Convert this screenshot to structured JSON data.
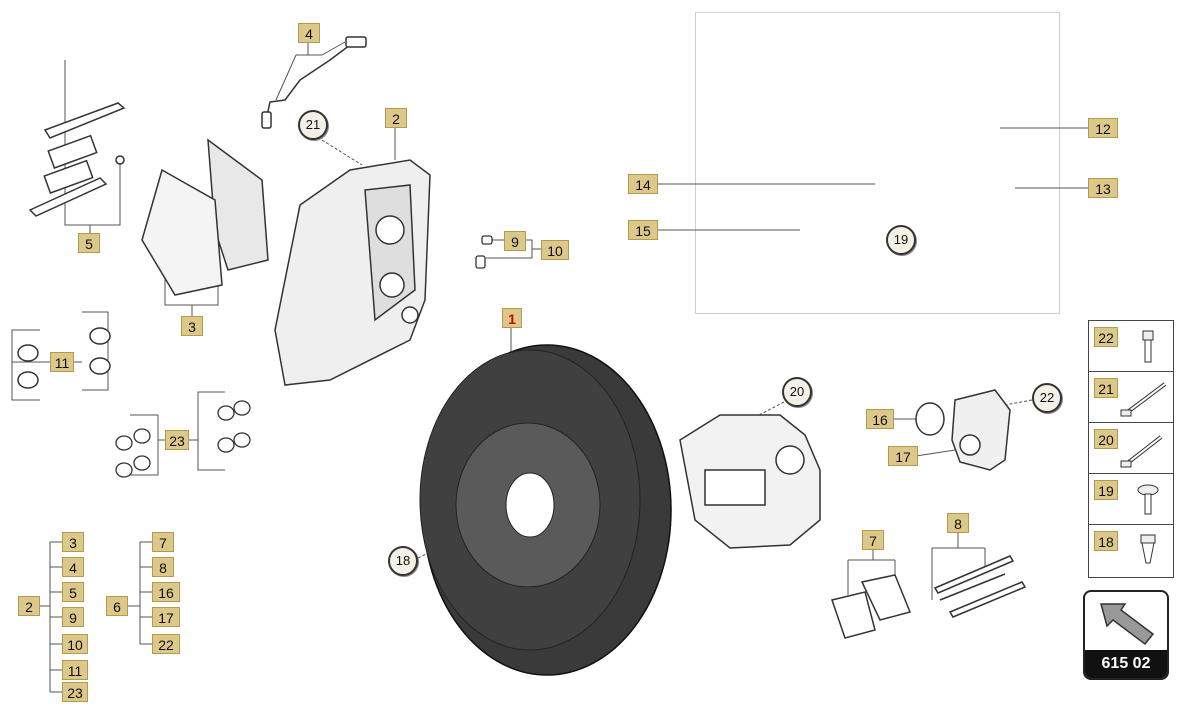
{
  "callouts": {
    "n1": "1",
    "n2": "2",
    "n3": "3",
    "n4": "4",
    "n5": "5",
    "n7": "7",
    "n8": "8",
    "n9": "9",
    "n10": "10",
    "n11a": "11",
    "n12": "12",
    "n13": "13",
    "n14": "14",
    "n15": "15",
    "n16": "16",
    "n17": "17",
    "n23": "23"
  },
  "circles": {
    "c18": "18",
    "c19": "19",
    "c20": "20",
    "c21": "21",
    "c22": "22"
  },
  "tree2": {
    "root": "2",
    "children": [
      "3",
      "4",
      "5",
      "9",
      "10",
      "11",
      "23"
    ]
  },
  "tree6": {
    "root": "6",
    "children": [
      "7",
      "8",
      "16",
      "17",
      "22"
    ]
  },
  "legend": {
    "items": [
      "22",
      "21",
      "20",
      "19",
      "18"
    ]
  },
  "navigation": {
    "code": "615 02"
  },
  "colors": {
    "label_fill": "#dcc88a",
    "label_border": "#b49a4a",
    "highlight": "#d40000",
    "disc": "#3a3a3a"
  }
}
